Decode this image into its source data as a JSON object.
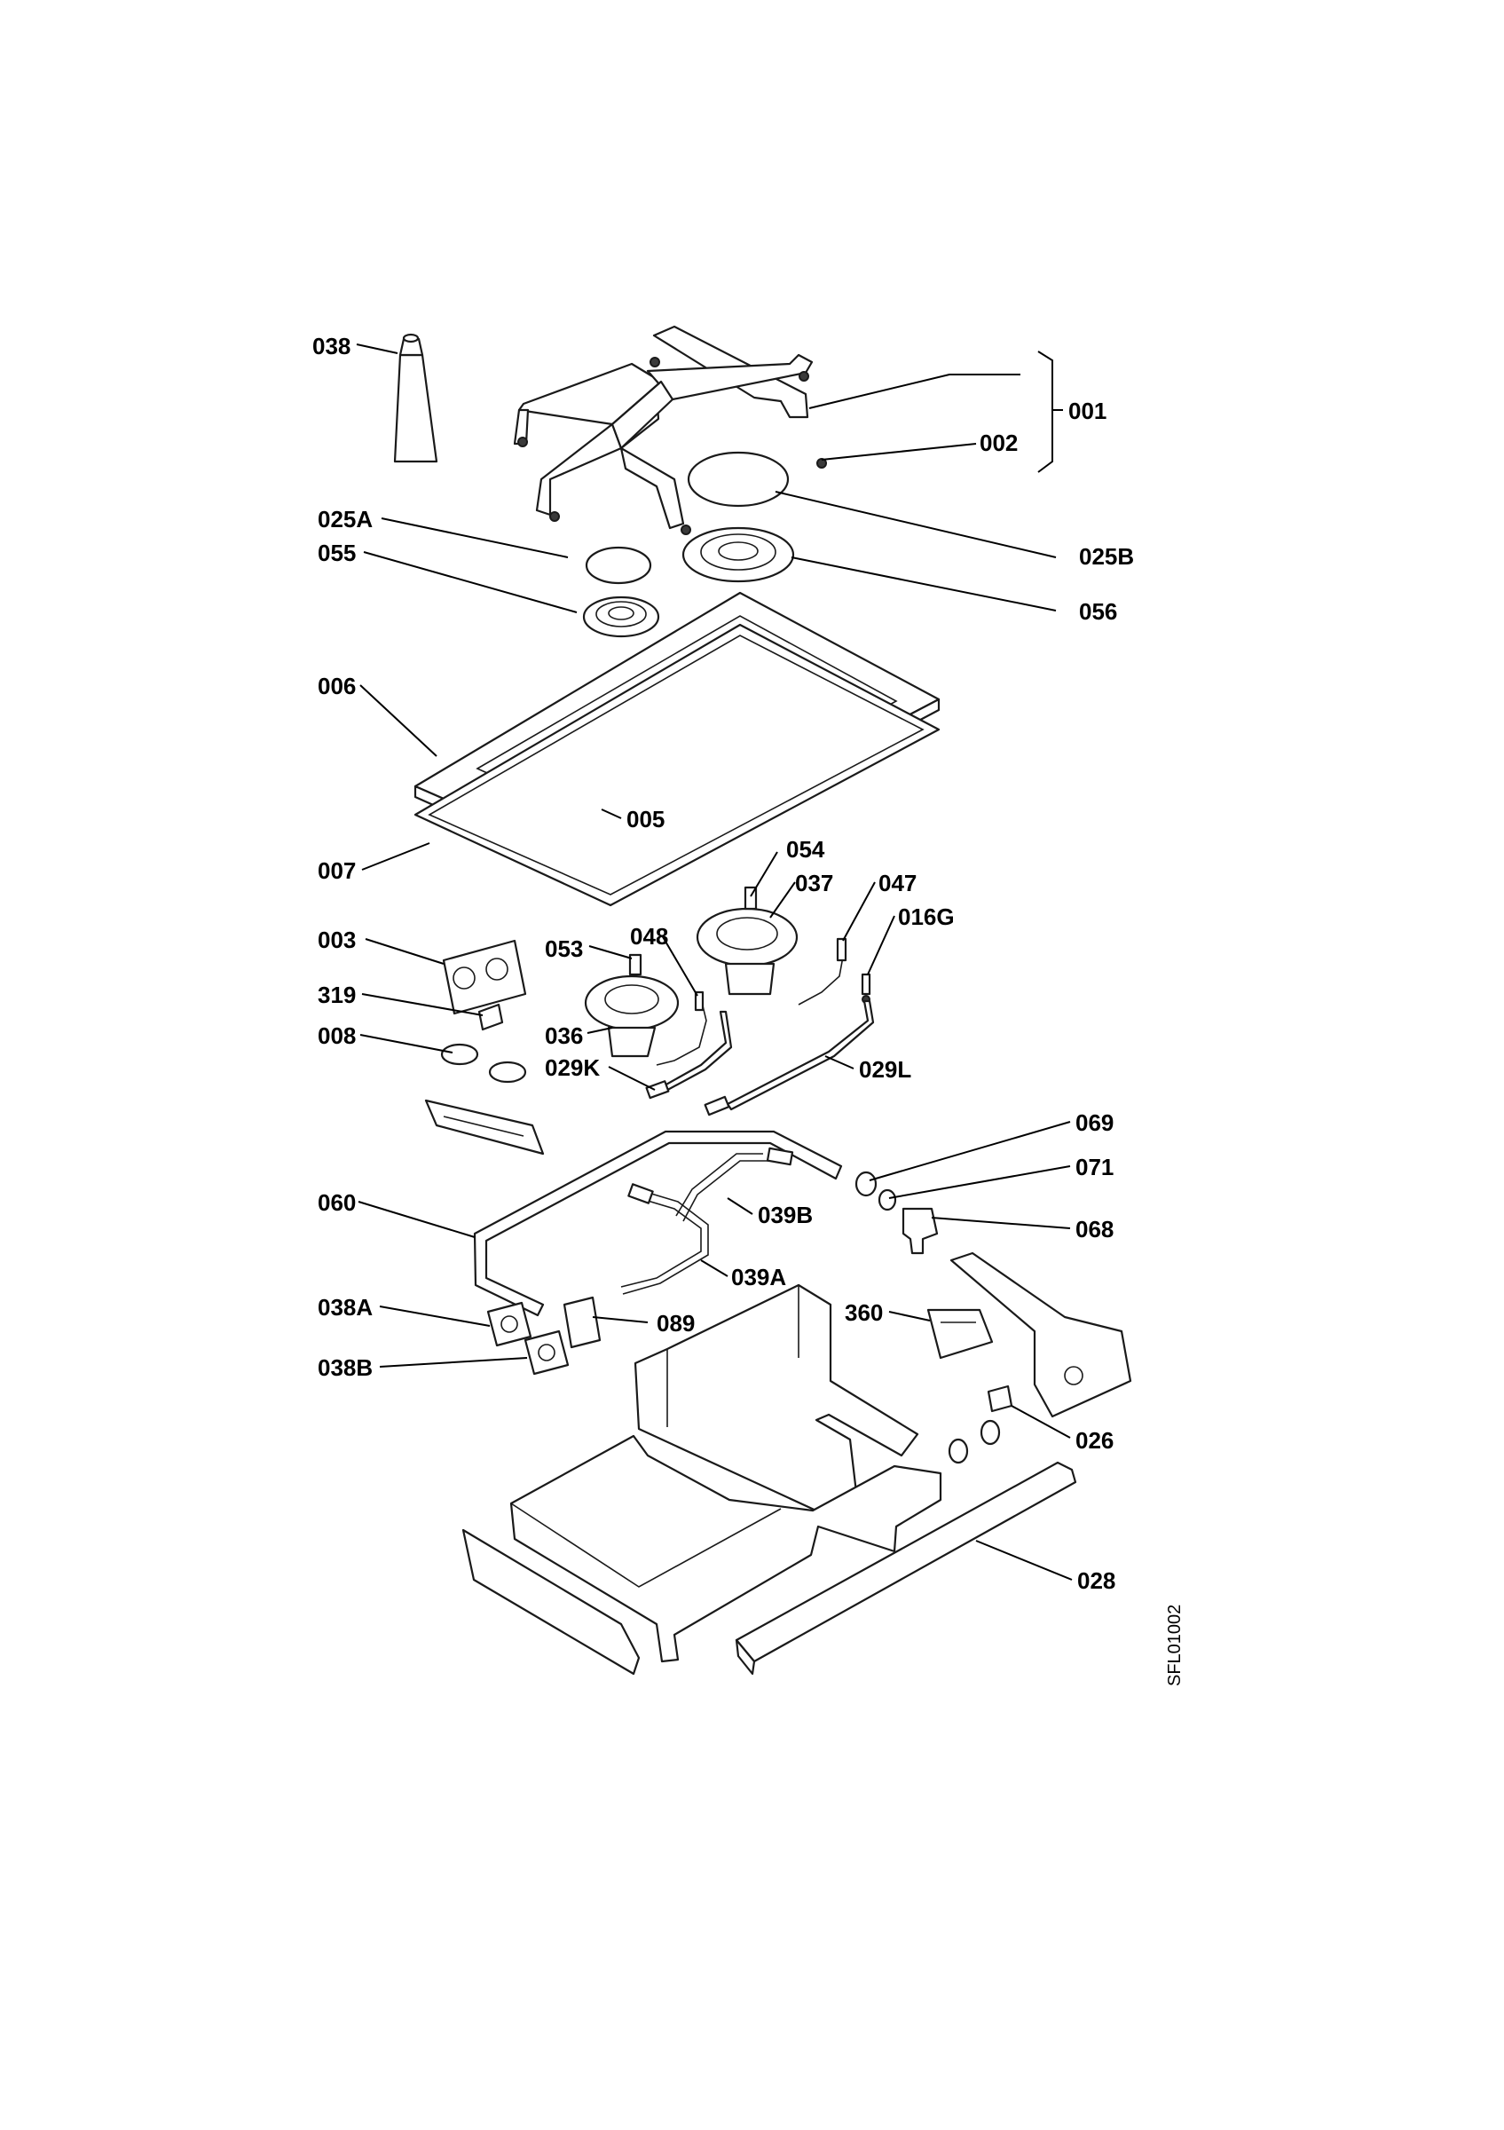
{
  "diagram": {
    "reference_code": "SFL01002",
    "callouts": {
      "c038": "038",
      "c001": "001",
      "c002": "002",
      "c025A": "025A",
      "c055": "055",
      "c025B": "025B",
      "c056": "056",
      "c006": "006",
      "c005": "005",
      "c007": "007",
      "c054": "054",
      "c037": "037",
      "c047": "047",
      "c016G": "016G",
      "c003": "003",
      "c053": "053",
      "c048": "048",
      "c319": "319",
      "c036": "036",
      "c008": "008",
      "c029K": "029K",
      "c029L": "029L",
      "c069": "069",
      "c071": "071",
      "c060": "060",
      "c039B": "039B",
      "c068": "068",
      "c039A": "039A",
      "c038A": "038A",
      "c360": "360",
      "c089": "089",
      "c038B": "038B",
      "c026": "026",
      "c028": "028"
    }
  }
}
